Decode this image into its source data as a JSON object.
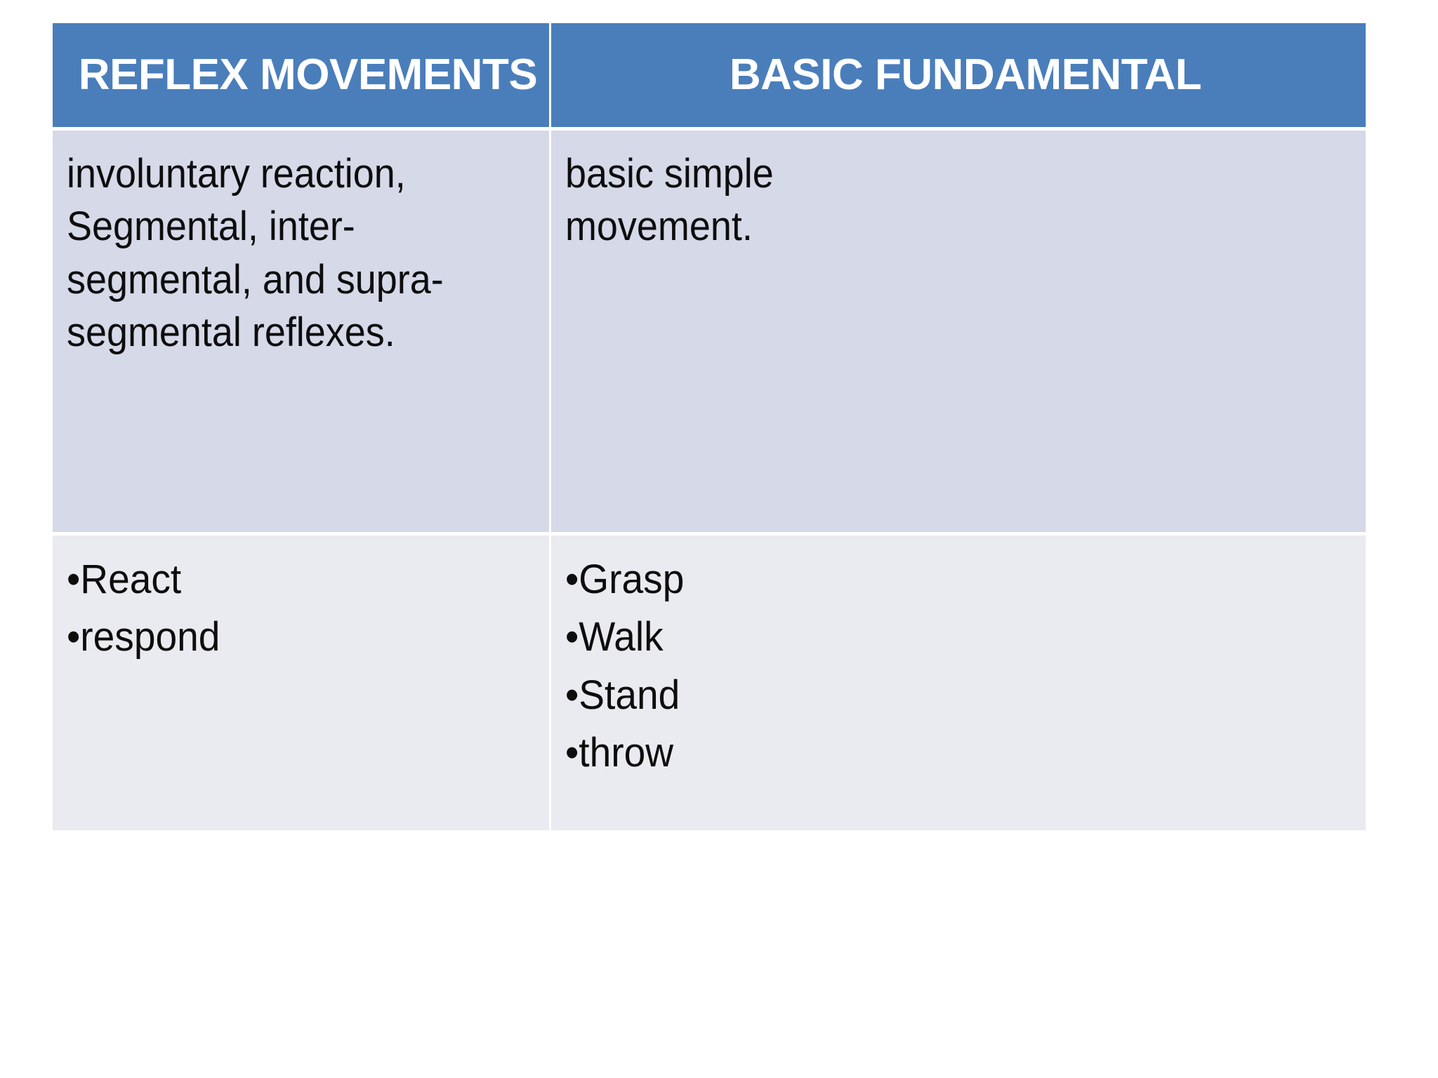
{
  "table": {
    "columns": [
      {
        "header": "REFLEX MOVEMENTS"
      },
      {
        "header": "BASIC FUNDAMENTAL"
      }
    ],
    "rows": [
      {
        "type": "description",
        "cells": [
          {
            "text": "involuntary reaction,\nSegmental, inter-\nsegmental, and supra-\nsegmental reflexes."
          },
          {
            "text": "basic simple\nmovement."
          }
        ]
      },
      {
        "type": "examples",
        "cells": [
          {
            "bullets": [
              "React",
              "respond"
            ]
          },
          {
            "bullets": [
              "Grasp",
              "Walk",
              "Stand",
              "throw"
            ]
          }
        ]
      }
    ]
  },
  "style": {
    "header_bg": "#4a7ebb",
    "header_text": "#ffffff",
    "row1_bg": "#d5d9e8",
    "row2_bg": "#eaebf0",
    "body_text": "#0d0d0d",
    "bullet_glyph": "•"
  }
}
